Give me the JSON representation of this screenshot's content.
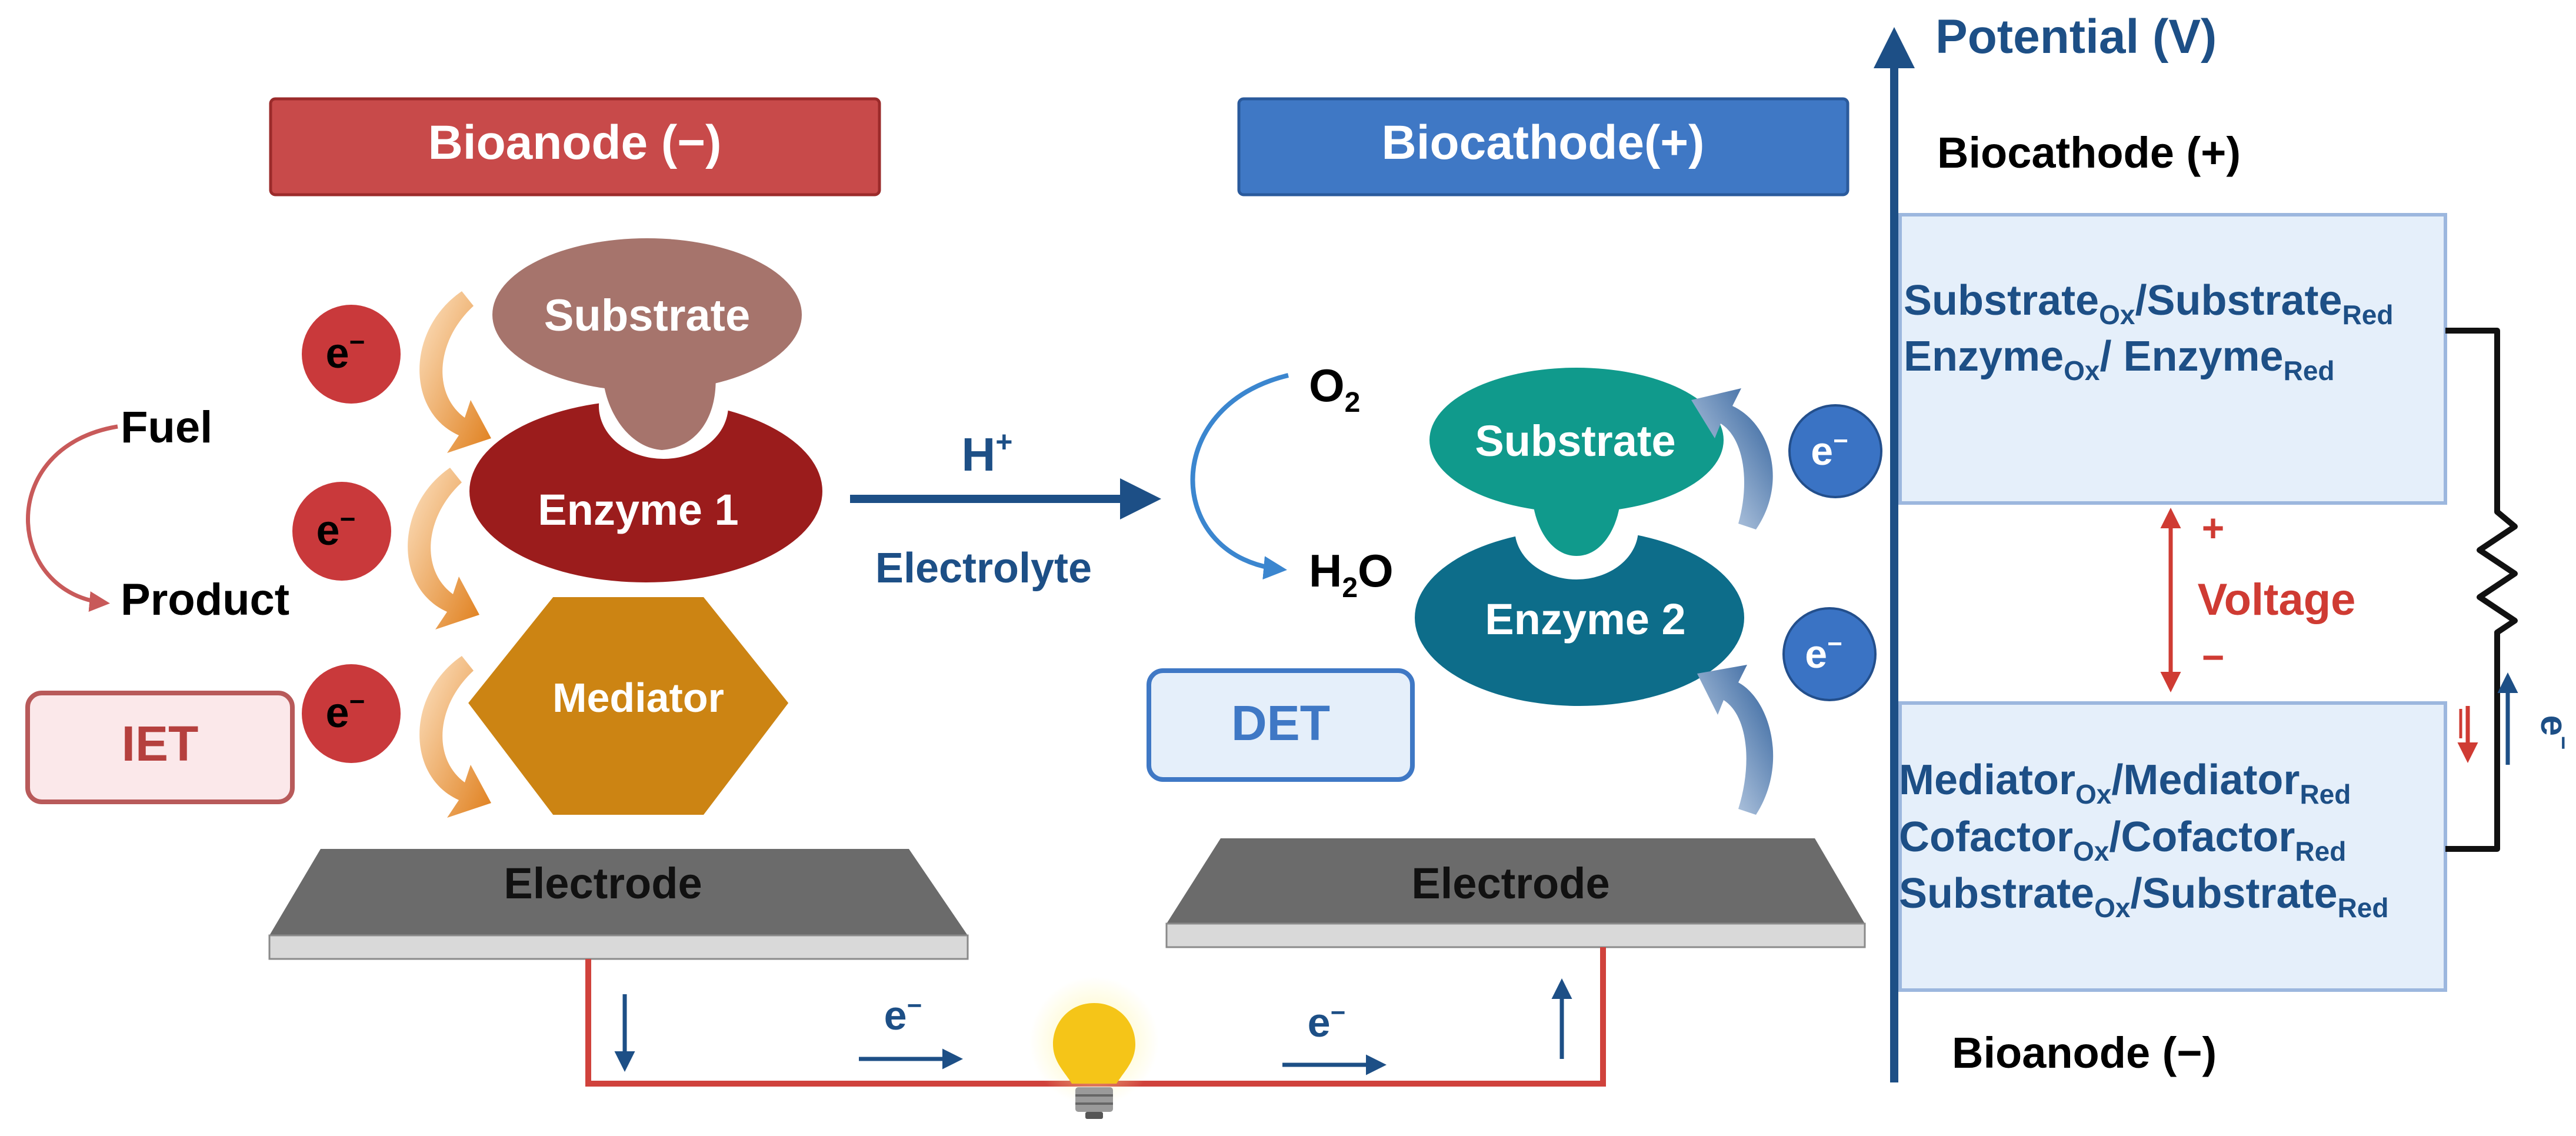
{
  "bioanode_title": "Bioanode (−)",
  "biocathode_title": "Biocathode(+)",
  "fuel": "Fuel",
  "product": "Product",
  "e_minus": "e",
  "minus_sign": "−",
  "substrate": "Substrate",
  "enzyme1": "Enzyme 1",
  "enzyme2": "Enzyme 2",
  "mediator": "Mediator",
  "iet": "IET",
  "det": "DET",
  "h_plus": "H",
  "plus_sign": "+",
  "electrolyte": "Electrolyte",
  "o2": "O",
  "h2o_h": "H",
  "h2o_o": "O",
  "sub2": "2",
  "electrode": "Electrode",
  "potential": "Potential (V)",
  "biocathode_label": "Biocathode (+)",
  "bioanode_label": "Bioanode (−)",
  "voltage": "Voltage",
  "cathode_box": {
    "line1": {
      "a": "Substrate",
      "a_sub": "Ox",
      "b": "/Substrate",
      "b_sub": "Red"
    },
    "line2": {
      "a": "Enzyme",
      "a_sub": "Ox",
      "b": "/ Enzyme",
      "b_sub": "Red"
    }
  },
  "anode_box": {
    "line1": {
      "a": "Mediator",
      "a_sub": "Ox",
      "b": "/Mediator",
      "b_sub": "Red"
    },
    "line2": {
      "a": "Cofactor",
      "a_sub": "Ox",
      "b": "/Cofactor",
      "b_sub": "Red"
    },
    "line3": {
      "a": "Substrate",
      "a_sub": "Ox",
      "b": "/Substrate",
      "b_sub": "Red"
    }
  },
  "colors": {
    "anode_red": "#c84a4a",
    "cathode_blue": "#3f78c5",
    "dark_red": "#9b1c1c",
    "navy": "#1d4f86",
    "teal": "#109a8c",
    "teal_dark": "#0d6d8a",
    "mediator_gold": "#cc8413",
    "substrate_mauve": "#a6746c",
    "box_fill": "#e5effa",
    "wire_red": "#d0423c",
    "label_red": "#cf3b33"
  }
}
